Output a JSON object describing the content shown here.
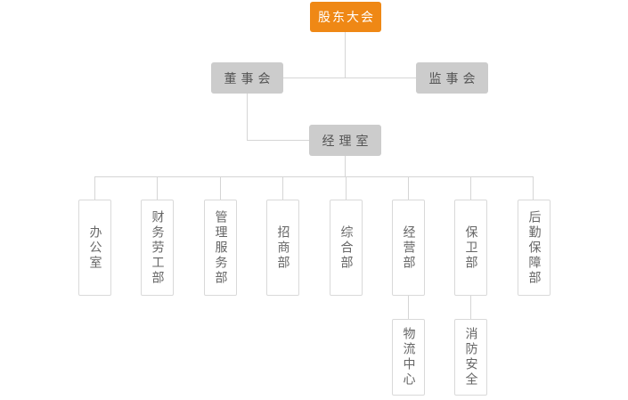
{
  "colors": {
    "root_bg": "#ef8815",
    "root_text": "#ffffff",
    "node_bg": "#cccccc",
    "node_text": "#555555",
    "dept_border": "#d9d9d9",
    "dept_text": "#666666",
    "connector": "#d5d5d5"
  },
  "org_chart": {
    "type": "org-tree",
    "root": {
      "label": "股东大会"
    },
    "level2": [
      {
        "label": "董事会"
      },
      {
        "label": "监事会"
      }
    ],
    "level3": {
      "label": "经理室"
    },
    "departments": [
      {
        "label": "办公室"
      },
      {
        "label": "财务劳工部"
      },
      {
        "label": "管理服务部"
      },
      {
        "label": "招商部"
      },
      {
        "label": "综合部"
      },
      {
        "label": "经营部"
      },
      {
        "label": "保卫部"
      },
      {
        "label": "后勤保障部"
      }
    ],
    "sub_departments": [
      {
        "label": "物流中心",
        "parent": "经营部"
      },
      {
        "label": "消防安全",
        "parent": "保卫部"
      }
    ]
  }
}
